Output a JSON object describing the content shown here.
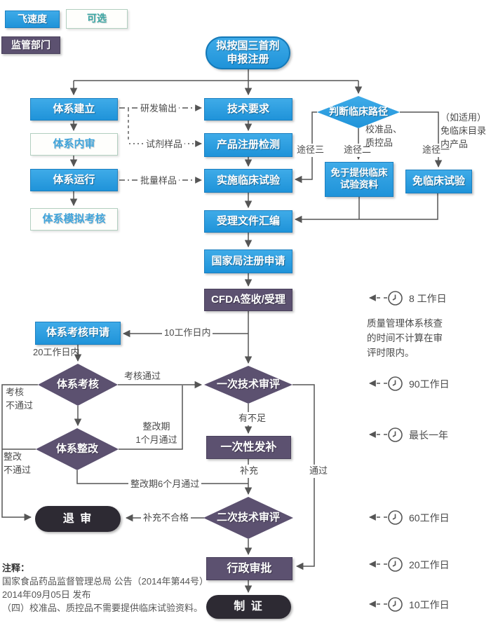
{
  "legend": {
    "speed": "飞速度",
    "optional": "可选",
    "regulator": "监管部门"
  },
  "nodes": {
    "start": "拟按国三首剂\n申报注册",
    "sys_build": "体系建立",
    "sys_audit": "体系内审",
    "sys_run": "体系运行",
    "sys_mock": "体系模拟考核",
    "tech_req": "技术要求",
    "product_test": "产品注册检测",
    "clinical_trial": "实施临床试验",
    "dossier": "受理文件汇编",
    "nmpa_apply": "国家局注册申请",
    "cfda_accept": "CFDA签收/受理",
    "clinical_path": "判断临床路径",
    "exempt_material": "免于提供临床\n试验资料",
    "exempt_trial": "免临床试验",
    "sys_check_apply": "体系考核申请",
    "sys_check": "体系考核",
    "first_review": "一次技术审评",
    "sys_rectify": "体系整改",
    "supplement": "一次性发补",
    "reject": "退 审",
    "second_review": "二次技术审评",
    "admin_approval": "行政审批",
    "certificate": "制 证"
  },
  "edge_labels": {
    "rd_output": "研发输出",
    "reagent_sample": "试剂样品",
    "batch_sample": "批量样品",
    "path3": "途径三",
    "path2": "途径二",
    "path1": "途径一",
    "calibrator": "校准品、\n质控品",
    "exempt_note": "（如适用）\n免临床目录\n内产品",
    "within10": "10工作日内",
    "within20": "20工作日内",
    "check_pass": "考核通过",
    "check_fail": "考核\n不通过",
    "insufficient": "有不足",
    "rectify_1m": "整改期\n1个月通过",
    "rectify_fail": "整改\n不通过",
    "rectify_6m": "整改期6个月通过",
    "supplement_label": "补充",
    "pass": "通过",
    "supplement_fail": "补充不合格"
  },
  "timers": [
    {
      "label": "8 工作日"
    },
    {
      "label": "90工作日"
    },
    {
      "label": "最长一年"
    },
    {
      "label": "60工作日"
    },
    {
      "label": "20工作日"
    },
    {
      "label": "10工作日"
    }
  ],
  "side_note": "质量管理体系核查\n的时间不计算在审\n评时限内。",
  "footnote": {
    "title": "注释：",
    "lines": [
      "国家食品药品监督管理总局 公告（2014年第44号）",
      "2014年09月05日 发布",
      "（四）校准品、质控品不需要提供临床试验资料。"
    ]
  },
  "colors": {
    "blue": "#2B9FE0",
    "purple": "#5C5170",
    "dark_pill": "#2D2A33",
    "optional_border": "#B2CFC0",
    "optional_text": "#41A5DC",
    "legend_optional_text": "#3AA6A4",
    "line": "#555555"
  }
}
